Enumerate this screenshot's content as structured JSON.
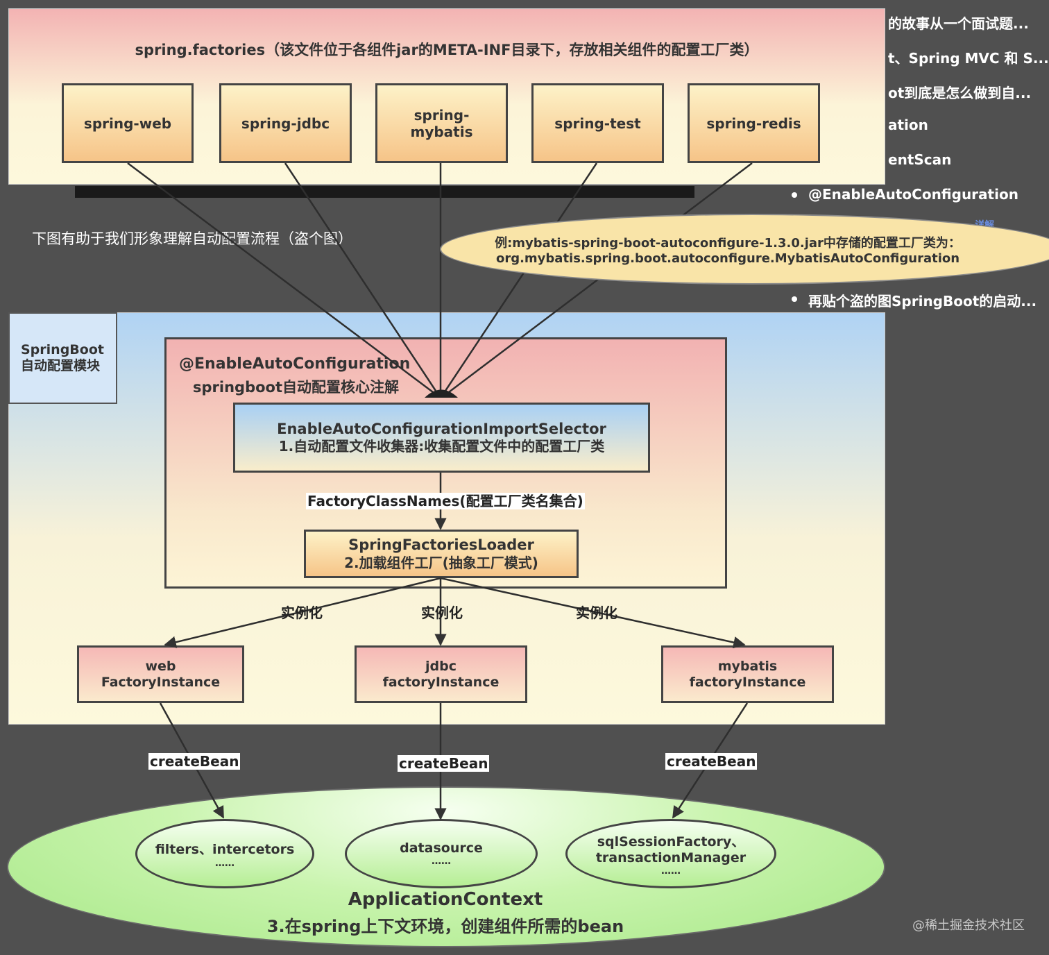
{
  "sidebar": {
    "items": [
      "的故事从一个面试题...",
      "t、Spring MVC 和 S...",
      "ot到底是怎么做到自...",
      "ation",
      "entScan",
      "@EnableAutoConfiguration",
      "再贴个盗的图SpringBoot的启动..."
    ],
    "partial": "详解"
  },
  "caption": "下图有助于我们形象理解自动配置流程（盗个图）",
  "factories": {
    "title": "spring.factories（该文件位于各组件jar的META-INF目录下，存放相关组件的配置工厂类）",
    "components": [
      "spring-web",
      "spring-jdbc",
      "spring-\nmybatis",
      "spring-test",
      "spring-redis"
    ]
  },
  "example": {
    "line1": "例:mybatis-spring-boot-autoconfigure-1.3.0.jar中存储的配置工厂类为：",
    "line2": "org.mybatis.spring.boot.autoconfigure.MybatisAutoConfiguration"
  },
  "module": {
    "label": "SpringBoot\n自动配置模块",
    "annotation_title": "@EnableAutoConfiguration",
    "annotation_sub": "springboot自动配置核心注解",
    "selector_title": "EnableAutoConfigurationImportSelector",
    "selector_sub": "1.自动配置文件收集器:收集配置文件中的配置工厂类",
    "factory_class_names": "FactoryClassNames(配置工厂类名集合)",
    "loader_title": "SpringFactoriesLoader",
    "loader_sub": "2.加载组件工厂(抽象工厂模式)",
    "instantiate": "实例化",
    "instances": [
      "web\nFactoryInstance",
      "jdbc\nfactoryInstance",
      "mybatis\nfactoryInstance"
    ]
  },
  "create_bean": "createBean",
  "context": {
    "beans": [
      {
        "name": "filters、intercetors",
        "more": "……"
      },
      {
        "name": "datasource",
        "more": "……"
      },
      {
        "name": "sqlSessionFactory、\ntransactionManager",
        "more": "……"
      }
    ],
    "title": "ApplicationContext",
    "subtitle": "3.在spring上下文环境，创建组件所需的bean"
  },
  "watermark": "@稀土掘金技术社区",
  "colors": {
    "background": "#505050",
    "pink": "#f2b6b4",
    "cream": "#fdf6d4",
    "blue": "#b0d4f2",
    "green": "#b8ee9a",
    "orange": "#f8cf94"
  }
}
